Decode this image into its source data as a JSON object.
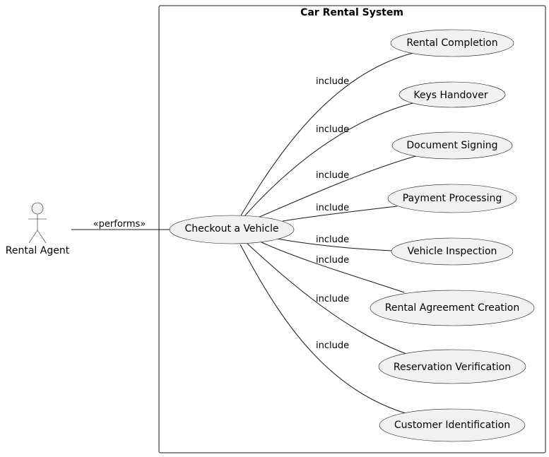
{
  "colors": {
    "usecase_fill": "#f1f1f1",
    "stroke": "#181818",
    "background": "#ffffff"
  },
  "system": {
    "title": "Car Rental System"
  },
  "actor": {
    "name": "Rental Agent",
    "icon": "stick-figure-icon"
  },
  "actor_link": {
    "label": "«performs»"
  },
  "main_usecase": {
    "label": "Checkout a Vehicle"
  },
  "included": [
    {
      "label": "Rental Completion",
      "relation": "include"
    },
    {
      "label": "Keys Handover",
      "relation": "include"
    },
    {
      "label": "Document Signing",
      "relation": "include"
    },
    {
      "label": "Payment Processing",
      "relation": "include"
    },
    {
      "label": "Vehicle Inspection",
      "relation": "include"
    },
    {
      "label": "Rental Agreement Creation",
      "relation": "include"
    },
    {
      "label": "Reservation Verification",
      "relation": "include"
    },
    {
      "label": "Customer Identification",
      "relation": "include"
    }
  ]
}
